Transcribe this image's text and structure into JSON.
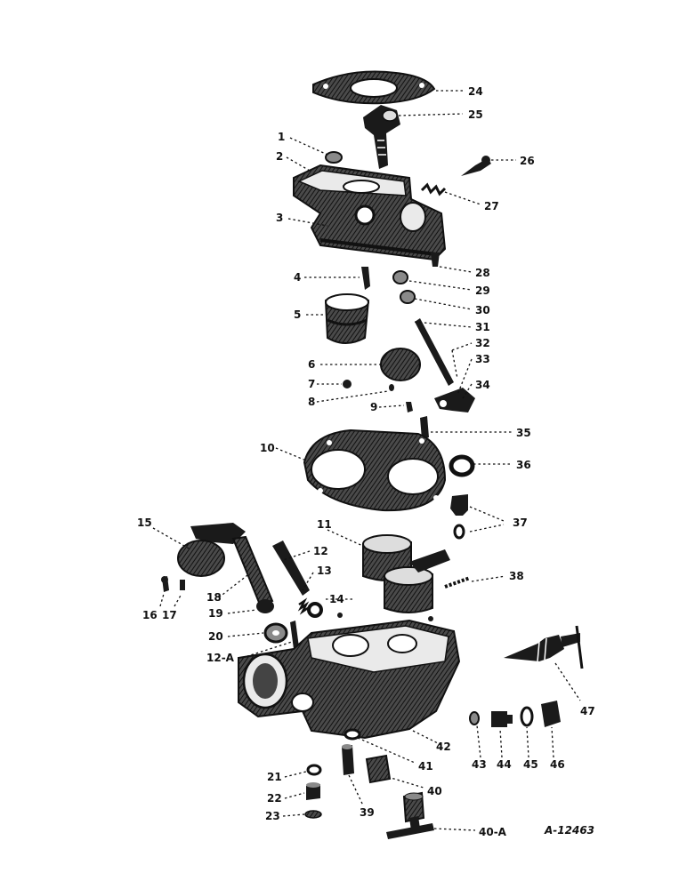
{
  "diagram": {
    "reference": "A-12463",
    "callouts": [
      "24",
      "25",
      "1",
      "2",
      "26",
      "27",
      "3",
      "28",
      "4",
      "29",
      "30",
      "5",
      "31",
      "32",
      "6",
      "33",
      "7",
      "34",
      "8",
      "9",
      "35",
      "10",
      "36",
      "37",
      "15",
      "11",
      "12",
      "13",
      "38",
      "18",
      "14",
      "16",
      "17",
      "19",
      "20",
      "12-A",
      "47",
      "42",
      "43",
      "44",
      "45",
      "46",
      "41",
      "21",
      "40",
      "22",
      "39",
      "23",
      "40-A"
    ]
  }
}
